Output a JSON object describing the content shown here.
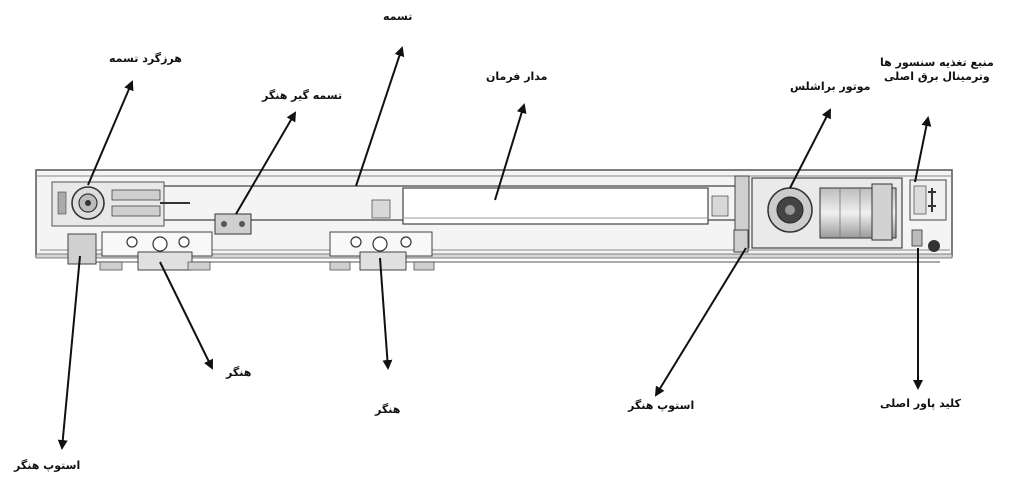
{
  "labels": {
    "belt": "تسمه",
    "belt_pulley": "هرزگرد تسمه",
    "belt_clamp": "تسمه گیر هنگر",
    "control_board": "مدار فرمان",
    "brushless_motor": "موتور براشلس",
    "power_supply_line1": "منبع تغذیه سنسور ها",
    "power_supply_line2": "وترمینال برق اصلی",
    "hanger_left": "هنگر",
    "hanger_center": "هنگر",
    "hanger_stop_right": "استوپ هنگر",
    "main_power_switch": "کلید پاور اصلی",
    "hanger_stop_left": "استوپ هنگر"
  }
}
